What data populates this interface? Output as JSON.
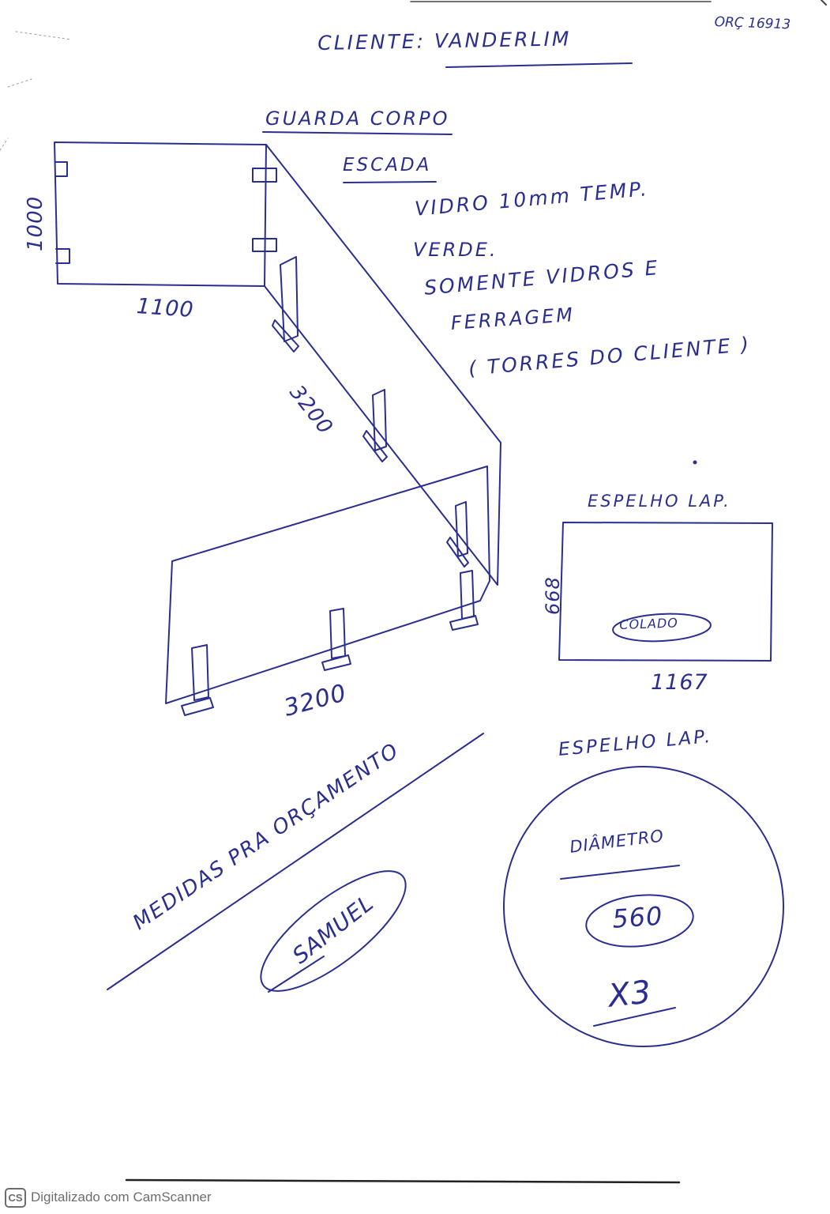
{
  "header": {
    "order_ref": "ORÇ 16913",
    "client": "CLIENTE: VANDERLIM"
  },
  "section": {
    "title": "GUARDA CORPO",
    "subtitle": "ESCADA"
  },
  "notes": [
    "VIDRO 10mm TEMP.",
    "VERDE.",
    "SOMENTE VIDROS E",
    "FERRAGEM",
    "( TORRES DO CLIENTE )"
  ],
  "guard_rail": {
    "height": "1000",
    "landing_width": "1100",
    "stair_length": "3200",
    "bottom_length": "3200"
  },
  "mirror_rect": {
    "title": "ESPELHO LAP.",
    "height": "668",
    "width": "1167",
    "badge": "COLADO"
  },
  "mirror_round": {
    "title": "ESPELHO LAP.",
    "label": "DIÂMETRO",
    "diameter": "560",
    "quantity": "X3"
  },
  "stamp": {
    "diagonal_text": "MEDIDAS PRA ORÇAMENTO",
    "signature": "SAMUEL"
  },
  "footer": {
    "logo": "CS",
    "text": "Digitalizado com CamScanner"
  },
  "colors": {
    "ink": "#2a2f8f",
    "paper": "#ffffff",
    "footer_gray": "#6d6d6d"
  }
}
